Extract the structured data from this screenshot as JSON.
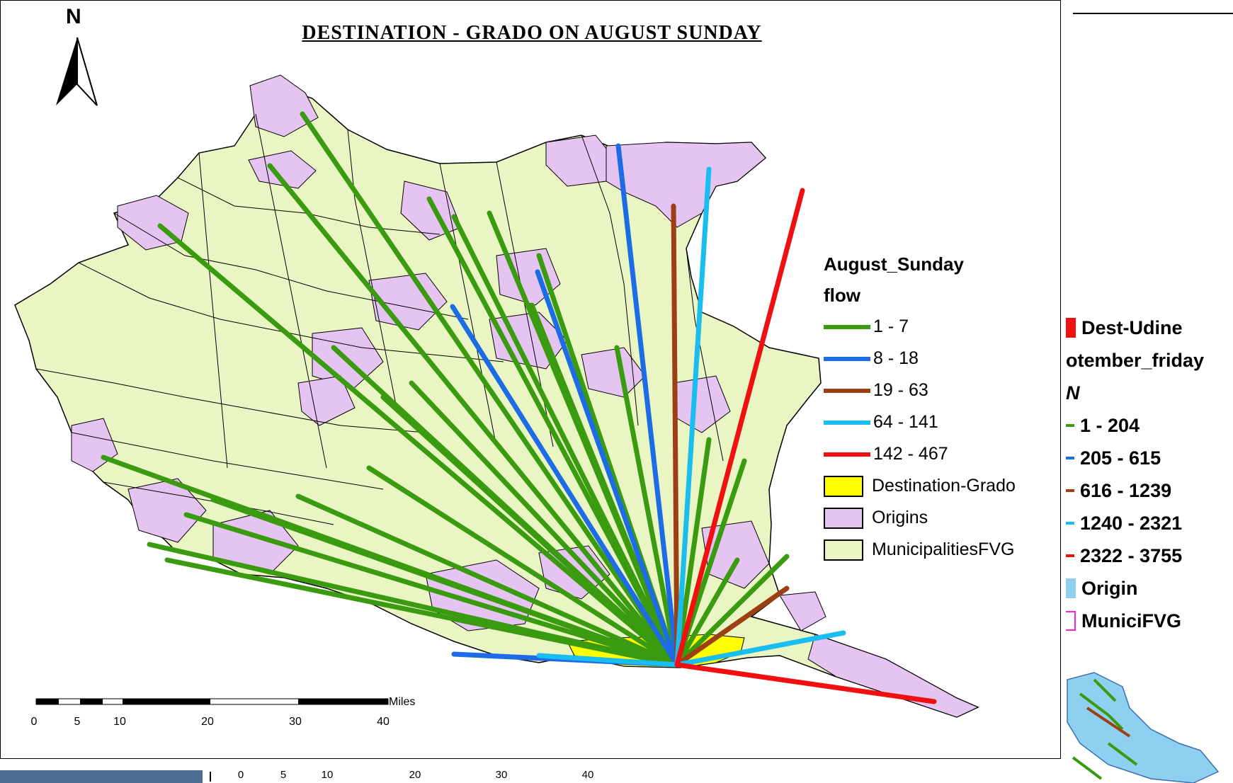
{
  "map": {
    "title": "DESTINATION - GRADO ON AUGUST SUNDAY",
    "north_label": "N",
    "colors": {
      "flow_1_7": "#3a9a10",
      "flow_8_18": "#1d6ce6",
      "flow_19_63": "#9c3f15",
      "flow_64_141": "#19bdf0",
      "flow_142_467": "#f01010",
      "destination_fill": "#ffff00",
      "origin_fill": "#e6c4f2",
      "municipality_fill": "#e9f5c2"
    }
  },
  "legend": {
    "title_line1": "August_Sunday",
    "title_line2": "flow",
    "items": [
      {
        "label": "1 - 7",
        "color": "#3a9a10",
        "kind": "line"
      },
      {
        "label": "8 - 18",
        "color": "#1d6ce6",
        "kind": "line"
      },
      {
        "label": "19 - 63",
        "color": "#9c3f15",
        "kind": "line"
      },
      {
        "label": "64 - 141",
        "color": "#19bdf0",
        "kind": "line"
      },
      {
        "label": "142 - 467",
        "color": "#f01010",
        "kind": "line"
      },
      {
        "label": "Destination-Grado",
        "color": "#ffff00",
        "kind": "box"
      },
      {
        "label": "Origins",
        "color": "#e6c4f2",
        "kind": "box"
      },
      {
        "label": "MunicipalitiesFVG",
        "color": "#e9f5c2",
        "kind": "box"
      }
    ]
  },
  "scale_bar": {
    "unit": "Miles",
    "ticks": [
      "0",
      "5",
      "10",
      "20",
      "30",
      "40"
    ]
  },
  "right_panel_legend": {
    "items": [
      {
        "label": "Dest-Udine",
        "color": "#f01010",
        "kind": "box"
      },
      {
        "label": "otember_friday",
        "color": "",
        "kind": "title"
      },
      {
        "label": "N",
        "color": "",
        "kind": "title"
      },
      {
        "label": "1 - 204",
        "color": "#3a9a10",
        "kind": "dash"
      },
      {
        "label": "205 - 615",
        "color": "#1d6ce6",
        "kind": "dash"
      },
      {
        "label": "616 - 1239",
        "color": "#9c3f15",
        "kind": "dash"
      },
      {
        "label": "1240 - 2321",
        "color": "#19bdf0",
        "kind": "dash"
      },
      {
        "label": "2322 - 3755",
        "color": "#f01010",
        "kind": "dash"
      },
      {
        "label": "Origin",
        "color": "#8fd0f0",
        "kind": "box"
      },
      {
        "label": "MuniciFVG",
        "color": "#ff20d0",
        "kind": "outline"
      }
    ]
  },
  "bottom_scale": {
    "ticks": [
      "0",
      "5",
      "10",
      "20",
      "30",
      "40"
    ]
  }
}
